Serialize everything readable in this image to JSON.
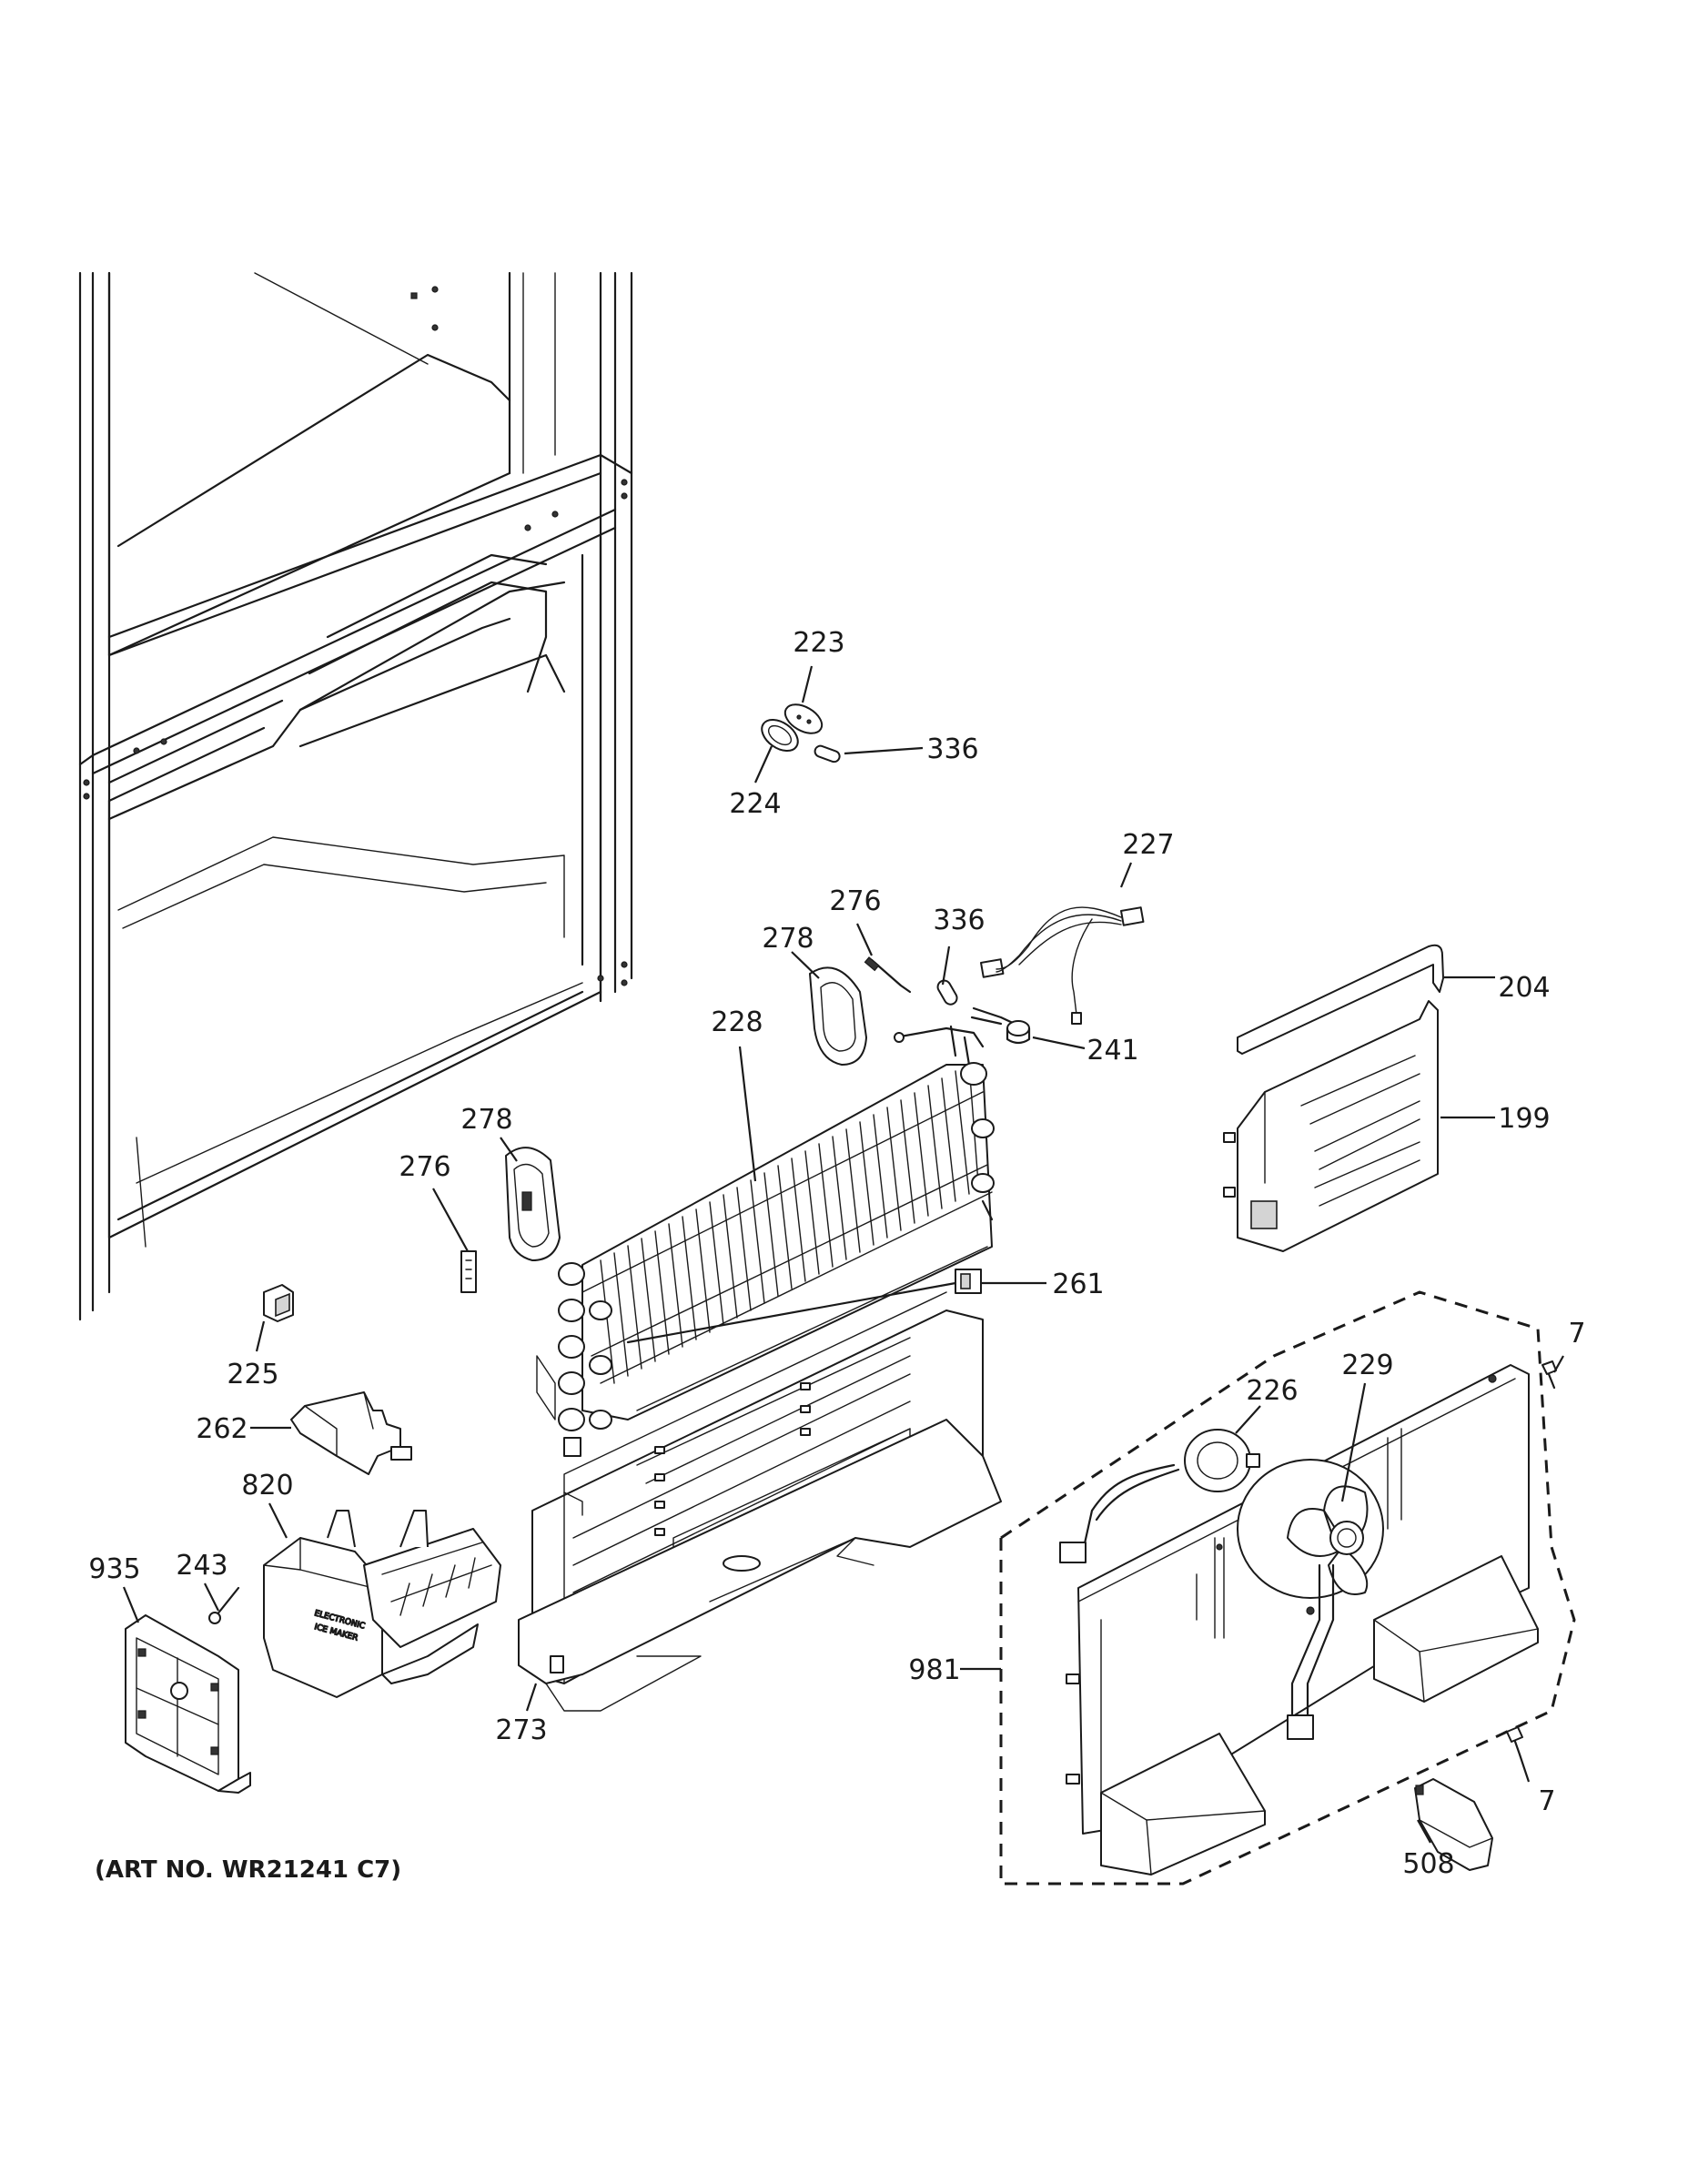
{
  "diagram": {
    "art_number": "(ART NO. WR21241 C7)",
    "callouts": {
      "c223": "223",
      "c224": "224",
      "c336a": "336",
      "c227": "227",
      "c276a": "276",
      "c336b": "336",
      "c278a": "278",
      "c204": "204",
      "c241": "241",
      "c228": "228",
      "c199": "199",
      "c278b": "278",
      "c276b": "276",
      "c261": "261",
      "c7a": "7",
      "c225": "225",
      "c226": "226",
      "c229": "229",
      "c262": "262",
      "c820": "820",
      "c935": "935",
      "c243": "243",
      "c981": "981",
      "c273": "273",
      "c7b": "7",
      "c508": "508"
    }
  }
}
